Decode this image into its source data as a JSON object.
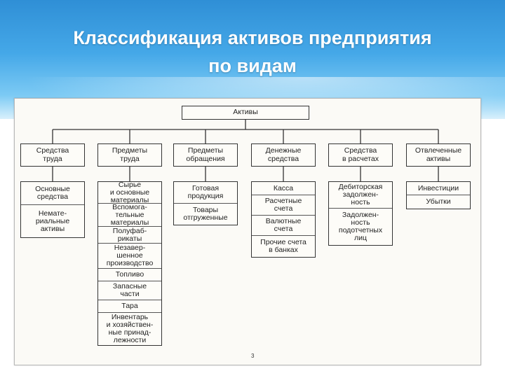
{
  "title_line1": "Классификация активов предприятия",
  "title_line2": "по видам",
  "root": "Активы",
  "page_number": "3",
  "categories": [
    {
      "label": "Средства\nтруда",
      "items": [
        "Основные\nсредства",
        "Немате-\nриальные\nактивы"
      ]
    },
    {
      "label": "Предметы\nтруда",
      "items": [
        "Сырье\nи основные\nматериалы",
        "Вспомога-\nтельные\nматериалы",
        "Полуфаб-\nрикаты",
        "Незавер-\nшенное\nпроизводство",
        "Топливо",
        "Запасные\nчасти",
        "Тара",
        "Инвентарь\nи хозяйствен-\nные принад-\nлежности"
      ]
    },
    {
      "label": "Предметы\nобращения",
      "items": [
        "Готовая\nпродукция",
        "Товары\nотгруженные"
      ]
    },
    {
      "label": "Денежные\nсредства",
      "items": [
        "Касса",
        "Расчетные\nсчета",
        "Валютные\nсчета",
        "Прочие счета\nв банках"
      ]
    },
    {
      "label": "Средства\nв расчетах",
      "items": [
        "Дебиторская\nзадолжен-\nность",
        "Задолжен-\nность\nподотчетных\nлиц"
      ]
    },
    {
      "label": "Отвлеченные\nактивы",
      "items": [
        "Инвестиции",
        "Убытки"
      ]
    }
  ]
}
